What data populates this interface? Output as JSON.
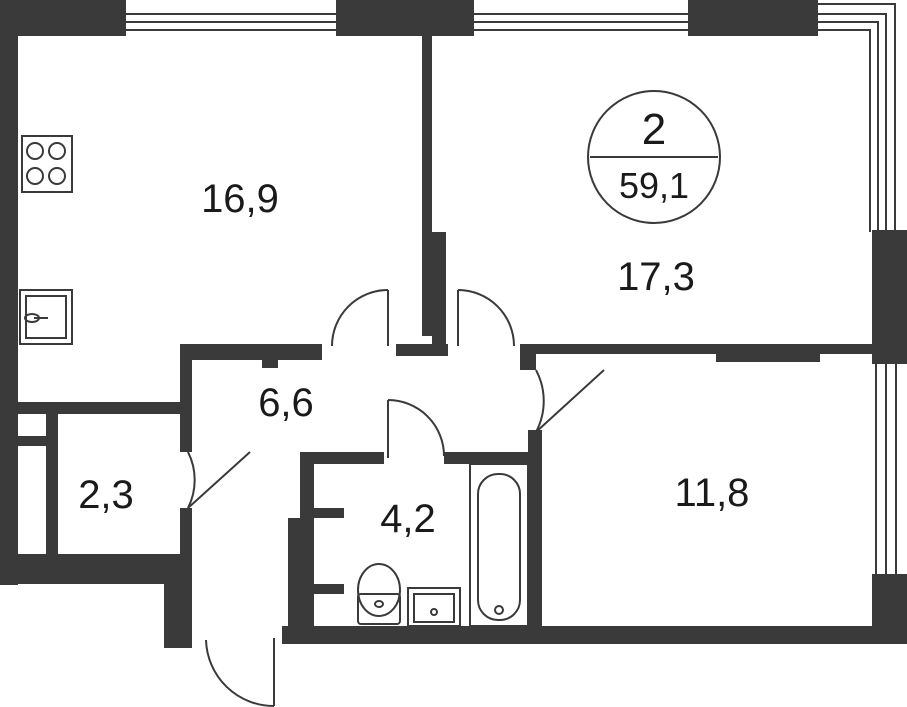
{
  "plan": {
    "rooms": [
      {
        "id": "kitchen",
        "area": "16,9"
      },
      {
        "id": "living-room",
        "area": "17,3"
      },
      {
        "id": "hallway",
        "area": "6,6"
      },
      {
        "id": "storage",
        "area": "2,3"
      },
      {
        "id": "bathroom",
        "area": "4,2"
      },
      {
        "id": "bedroom",
        "area": "11,8"
      }
    ],
    "badge": {
      "rooms": "2",
      "total_area": "59,1"
    },
    "colors": {
      "wall": "#3a3a3a",
      "background": "#ffffff"
    },
    "icons": [
      "stove-icon",
      "sink-icon",
      "toilet-icon",
      "washbasin-icon",
      "bathtub-icon"
    ]
  }
}
